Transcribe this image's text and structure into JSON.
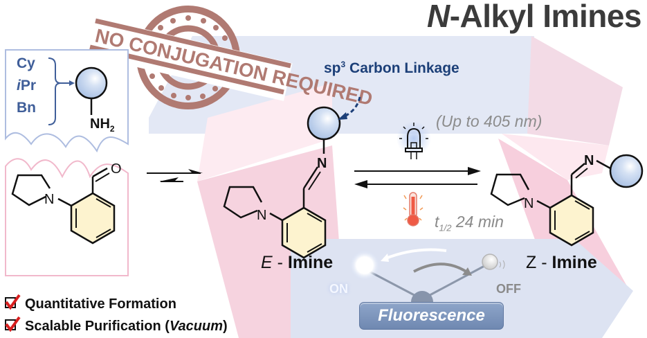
{
  "title": {
    "italic_prefix": "N",
    "rest": "-Alkyl Imines"
  },
  "stamp": {
    "text": "NO CONJUGATION REQUIRED",
    "color": "#b07a72"
  },
  "amine_box": {
    "substituents": [
      "Cy",
      "iPr",
      "Bn"
    ],
    "substituent_italic_prefix": "i",
    "amine_group": "NH",
    "amine_subscript": "2",
    "border_color": "#aebde0"
  },
  "aldehyde_box": {
    "carbonyl_atom": "O",
    "nitrogen_atom": "N",
    "border_color": "#f1b8cb"
  },
  "linkage_label": {
    "prefix": "sp",
    "superscript": "3",
    "rest": " Carbon Linkage",
    "color": "#1c3f78"
  },
  "light_condition": "(Up to 405 nm)",
  "thermal_condition": {
    "symbol": "t",
    "subscript": "1/2",
    "value": " 24 min"
  },
  "e_imine": {
    "italic": "E",
    "rest": " - ",
    "bold": "Imine",
    "imine_atom": "N",
    "amine_atom": "N"
  },
  "z_imine": {
    "italic": "Z",
    "rest": " - ",
    "bold": "Imine",
    "imine_atom": "N",
    "amine_atom": "N"
  },
  "fluorescence": {
    "label": "Fluorescence",
    "on_label": "ON",
    "off_label": "OFF"
  },
  "features": [
    {
      "text": "Quantitative Formation",
      "italic": "",
      "suffix": ""
    },
    {
      "text": "Scalable Purification (",
      "italic": "Vacuum",
      "suffix": ")"
    }
  ],
  "icons": [
    "stamp-icon",
    "substituent-bracket-icon",
    "sphere-substituent-icon",
    "led-light-icon",
    "thermometer-icon",
    "equilibrium-arrows-icon",
    "checkbox-checked-icon",
    "fluorescence-switch-icon"
  ],
  "colors": {
    "panel_blue": "#dfe5f3",
    "panel_pink": "#f7d0dd",
    "ring_fill": "#fdf3cf",
    "sphere_fill": "#b9cdea",
    "check_red": "#d81e1e"
  }
}
